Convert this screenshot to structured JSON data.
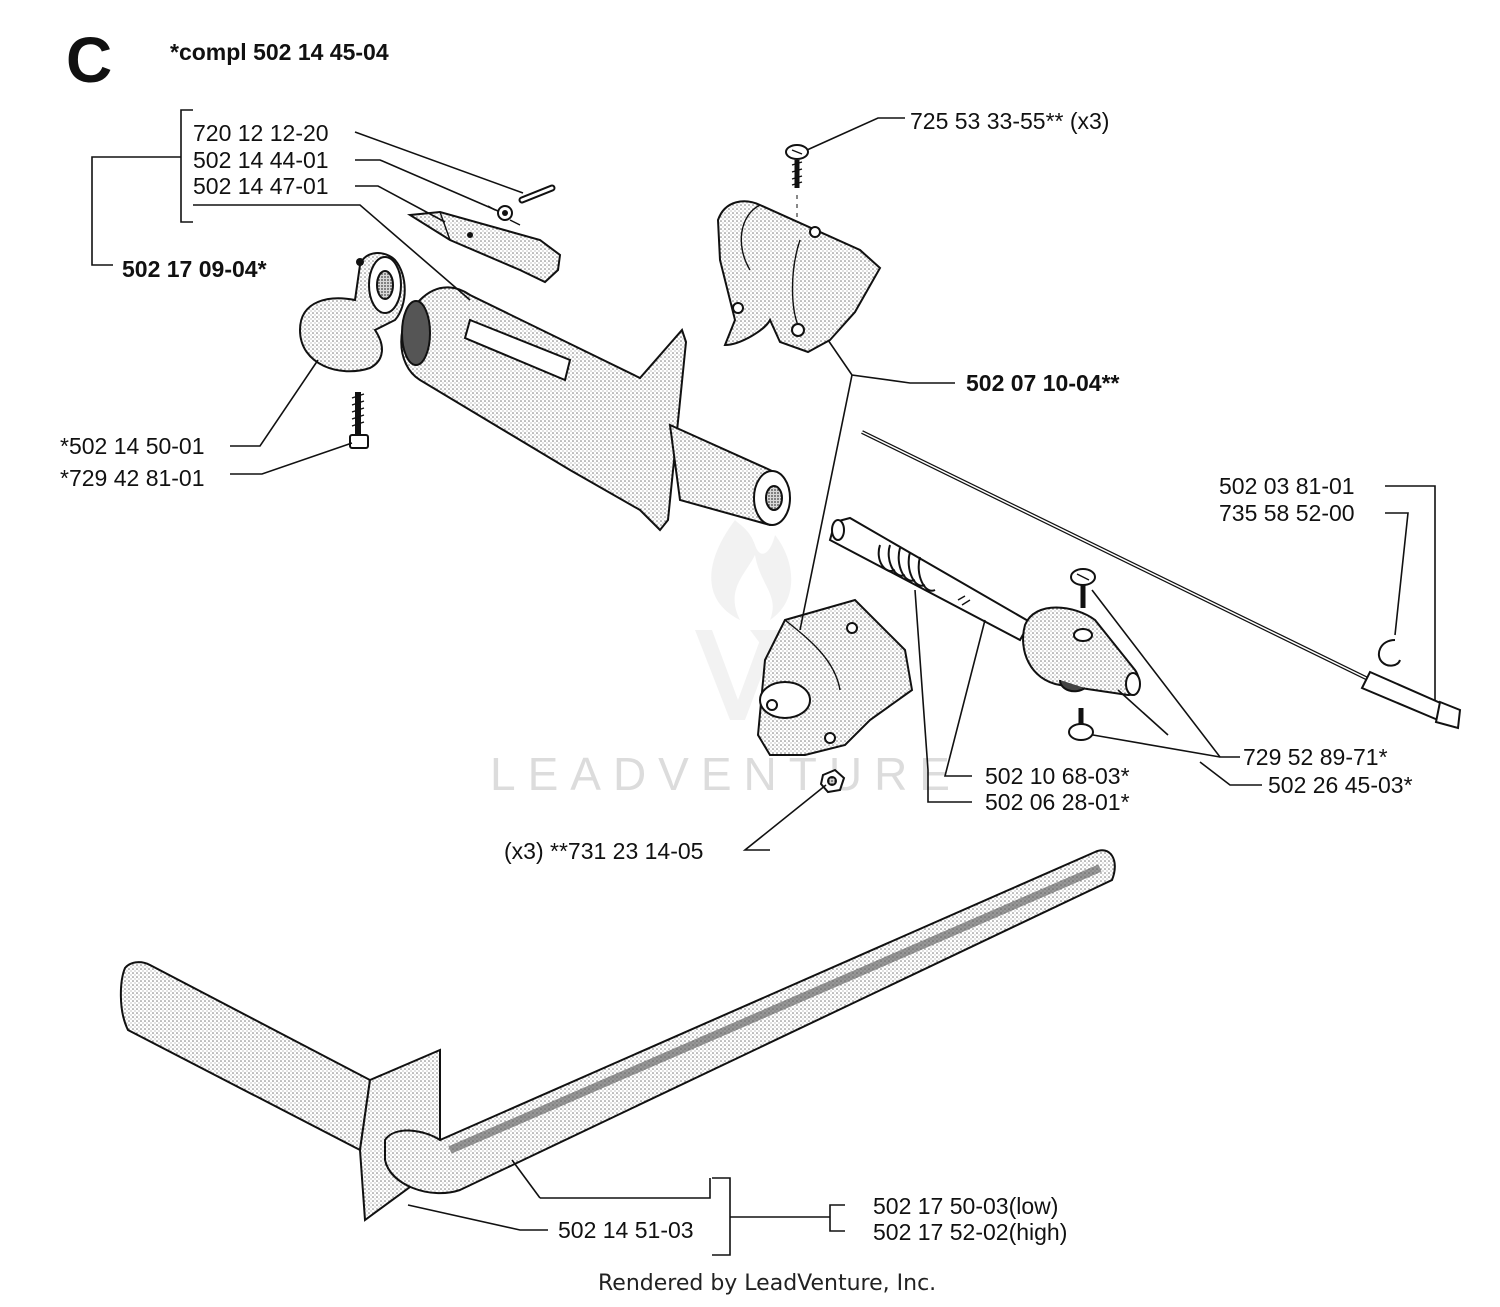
{
  "section_letter": "C",
  "kit_title": "*compl 502 14 45-04",
  "labels": {
    "p720_12_12_20": "720 12 12-20",
    "p502_14_44_01": "502 14 44-01",
    "p502_14_47_01": "502 14 47-01",
    "p502_17_09_04": "502 17 09-04*",
    "p502_14_50_01": "*502 14 50-01",
    "p729_42_81_01": "*729 42 81-01",
    "p725_53_33_55": "725 53 33-55** (x3)",
    "p502_07_10_04": "502 07 10-04**",
    "p502_03_81_01": "502 03 81-01",
    "p735_58_52_00": "735 58 52-00",
    "p729_52_89_71": "729 52 89-71*",
    "p502_26_45_03": "502 26 45-03*",
    "p502_10_68_03": "502 10 68-03*",
    "p502_06_28_01": "502 06 28-01*",
    "p731_23_14_05": "(x3) **731 23 14-05",
    "p502_14_51_03": "502 14 51-03",
    "p502_17_50_03": "502 17 50-03(low)",
    "p502_17_52_02": "502 17 52-02(high)"
  },
  "watermark": "LEADVENTURE",
  "footer": "Rendered by LeadVenture, Inc."
}
